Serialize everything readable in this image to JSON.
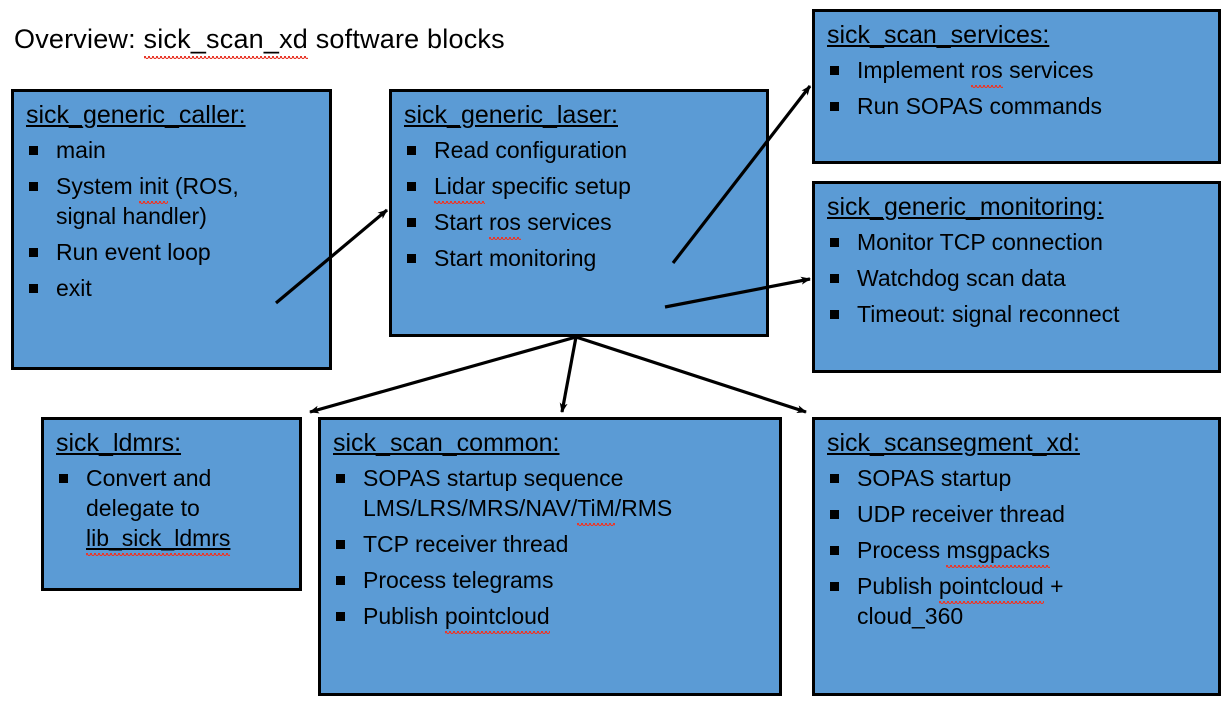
{
  "title": {
    "prefix": "Overview: ",
    "highlight": "sick_scan_xd",
    "suffix": " software blocks",
    "full": "Overview: sick_scan_xd software blocks"
  },
  "colors": {
    "block_fill": "#5B9BD5",
    "block_border": "#000000",
    "text": "#000000",
    "page_background": "#ffffff",
    "spellcheck_underline": "#e8392b",
    "arrow": "#000000"
  },
  "blocks": [
    {
      "id": "sick_generic_caller",
      "title": "sick_generic_caller:",
      "items": [
        "main",
        "System init (ROS, signal handler)",
        "Run event loop",
        "exit"
      ]
    },
    {
      "id": "sick_generic_laser",
      "title": "sick_generic_laser:",
      "items": [
        "Read configuration",
        "Lidar specific setup",
        "Start ros services",
        "Start monitoring"
      ]
    },
    {
      "id": "sick_scan_services",
      "title": "sick_scan_services:",
      "items": [
        "Implement ros services",
        "Run SOPAS commands"
      ]
    },
    {
      "id": "sick_generic_monitoring",
      "title": "sick_generic_monitoring:",
      "items": [
        "Monitor TCP connection",
        "Watchdog scan data",
        "Timeout: signal reconnect"
      ]
    },
    {
      "id": "sick_ldmrs",
      "title": "sick_ldmrs:",
      "items": [
        "Convert and delegate to lib_sick_ldmrs"
      ]
    },
    {
      "id": "sick_scan_common",
      "title": "sick_scan_common:",
      "items": [
        "SOPAS startup sequence LMS/LRS/MRS/NAV/TiM/RMS",
        "TCP receiver thread",
        "Process telegrams",
        "Publish pointcloud"
      ]
    },
    {
      "id": "sick_scansegment_xd",
      "title": "sick_scansegment_xd:",
      "items": [
        "SOPAS startup",
        "UDP receiver thread",
        "Process msgpacks",
        "Publish pointcloud + cloud_360"
      ]
    }
  ],
  "connections": [
    {
      "from": "sick_generic_caller",
      "to": "sick_generic_laser"
    },
    {
      "from": "sick_generic_laser",
      "to": "sick_scan_services"
    },
    {
      "from": "sick_generic_laser",
      "to": "sick_generic_monitoring"
    },
    {
      "from": "sick_generic_laser",
      "to": "sick_ldmrs"
    },
    {
      "from": "sick_generic_laser",
      "to": "sick_scan_common"
    },
    {
      "from": "sick_generic_laser",
      "to": "sick_scansegment_xd"
    }
  ]
}
